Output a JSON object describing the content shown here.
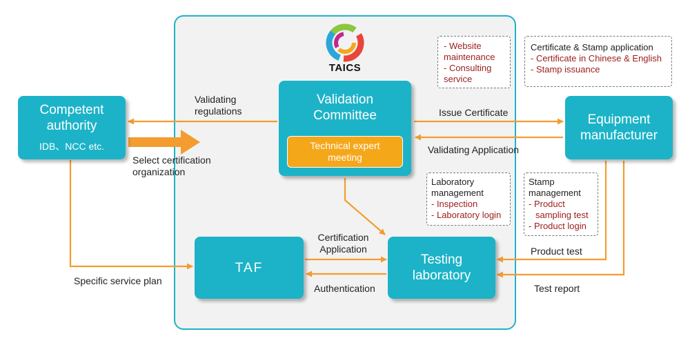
{
  "logo": {
    "text": "TAICS"
  },
  "nodes": {
    "competent_authority": {
      "title": "Competent authority",
      "subtitle": "IDB、NCC etc."
    },
    "validation_committee": {
      "title": "Validation Committee"
    },
    "technical_meeting": {
      "title": "Technical expert meeting"
    },
    "equipment_manufacturer": {
      "title": "Equipment manufacturer"
    },
    "taf": {
      "title": "TAF"
    },
    "testing_laboratory": {
      "title": "Testing laboratory"
    }
  },
  "edge_labels": {
    "validating_regulations": "Validating regulations",
    "select_certification": "Select certification organization",
    "issue_certificate": "Issue Certificate",
    "validating_application": "Validating Application",
    "certification_application": "Certification Application",
    "authentication": "Authentication",
    "specific_service_plan": "Specific service plan",
    "product_test": "Product test",
    "test_report": "Test report"
  },
  "notes": {
    "website": {
      "items": [
        "- Website maintenance",
        "- Consulting service"
      ]
    },
    "certificate_stamp": {
      "heading": "Certificate & Stamp application",
      "items": [
        "- Certificate in Chinese & English",
        "- Stamp issuance"
      ]
    },
    "lab_management": {
      "heading": "Laboratory management",
      "items": [
        "- Inspection",
        "- Laboratory login"
      ]
    },
    "stamp_management": {
      "heading": "Stamp management",
      "items": [
        "- Product sampling test",
        "- Product login"
      ]
    }
  },
  "colors": {
    "box": "#1cb3c8",
    "arrow": "#f39c2f",
    "inner": "#f5a71a",
    "note_item": "#9b1c1c"
  }
}
